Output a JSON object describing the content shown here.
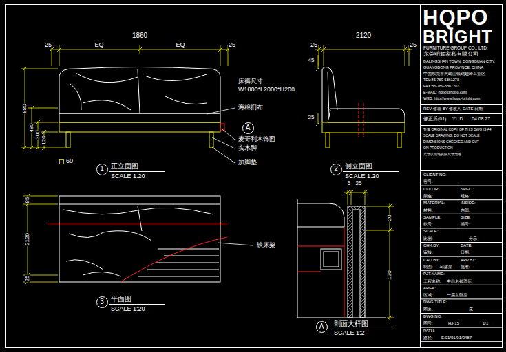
{
  "diagram": {
    "nodes": [
      {
        "text": [
          "A"
        ]
      },
      {
        "text": [
          "1"
        ]
      },
      {
        "text": [
          "2"
        ]
      },
      {
        "text": [
          "3"
        ]
      },
      {
        "text": [
          "A"
        ]
      }
    ],
    "labels": [
      "1860",
      "25",
      "EQ",
      "EQ",
      "25",
      "880",
      "480",
      "300",
      "120",
      "60",
      "床褥尺寸:",
      "W1800*L2000*H200",
      "海棉扪布",
      "麦哥利木饰面",
      "实木脚",
      "加脚垫",
      "正立面图",
      "SCALE 1:20",
      "2120",
      "25",
      "25",
      "45",
      "25",
      "侧立面图",
      "SCALE 1:20",
      "85",
      "2120",
      "25",
      "铁床架",
      "平面图",
      "SCALE 1:20",
      "5",
      "25",
      "20",
      "120",
      "剖面大样图",
      "SCALE 1:2",
      "HQPO",
      "BRIGHT",
      "FURNITURE GROUP CO., LTD.",
      "东莞明辉家私有限公司",
      "DALINGSHAN TOWN, DONGGUAN CITY,",
      "GUANGDONG PROVINCE, CHINA",
      "中国东莞市大岭山镇鸡翅岭工业区",
      "TEL:86-769-5361278",
      "FAX:86-769-5361267",
      "E-MAIL: hqpo@hqpo.com",
      "WEB: http://www.hqpo-bright.com",
      "REV 修改 BY 修改人 DATE 日期",
      "修正后(01)",
      "YL.D",
      "04.08.27",
      "THE ORIGINAL COPY OF THIS DWG IS A4",
      "SCALE DRAWING, DO NOT SCALE",
      "DIMENSIONS CHECKED AND CUT",
      "ON PRODUCTION",
      "尺寸以现场实际尺寸为准",
      "CLIENT NO:",
      "客号:",
      "COLOR:",
      "SPEC.:",
      "颜色:",
      "规格:",
      "MATERIAL:",
      "INSIDE:",
      "材料:",
      "内部:",
      "SAMPLE:",
      "SIZE:",
      "款号:",
      "编号:",
      "SCALE:",
      "比例:",
      "分示",
      "CHK.BY:",
      "DATE:",
      "审核:",
      "日期:",
      "CAD.BY:",
      "APP.BY:",
      "制图:",
      "邱建朋",
      "批准:",
      "PJT.NAME:",
      "工程名称:",
      "中山名都酒店",
      "AREA:",
      "区域:",
      "一层主卧室",
      "DWG.TITLE:",
      "图名:",
      "床",
      "DWG.NO:",
      "图号:",
      "HJ-15",
      "1/1",
      "PATH:",
      "路径:",
      "E:01/01/01/0487"
    ]
  }
}
